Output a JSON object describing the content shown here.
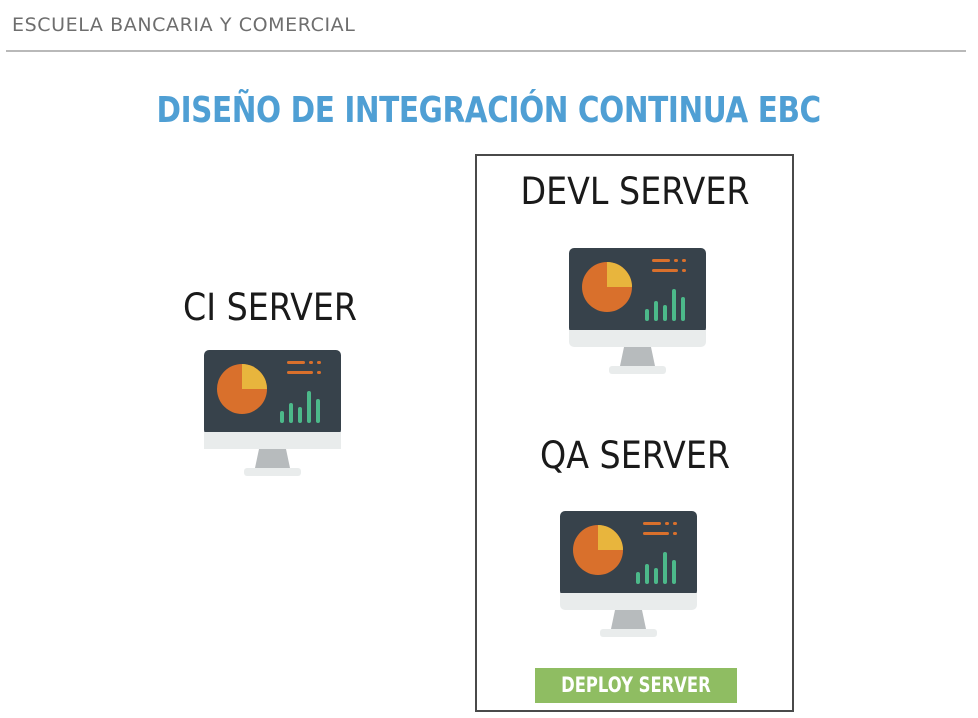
{
  "header": {
    "org_name": "ESCUELA BANCARIA Y COMERCIAL"
  },
  "title": "DISEÑO DE INTEGRACIÓN CONTINUA EBC",
  "servers": {
    "ci": {
      "label": "CI SERVER",
      "icon": "monitor-dashboard-icon"
    },
    "devl": {
      "label": "DEVL SERVER",
      "icon": "monitor-dashboard-icon"
    },
    "qa": {
      "label": "QA SERVER",
      "icon": "monitor-dashboard-icon"
    }
  },
  "deploy_button": {
    "label": "DEPLOY SERVER"
  },
  "colors": {
    "title": "#4f9fd4",
    "header_text": "#6e6e6e",
    "deploy_button_bg": "#8fbd62",
    "monitor_screen": "#37424b",
    "pie_orange": "#d9702c",
    "pie_yellow": "#e8b53d",
    "bars_green": "#4cb98a",
    "monitor_bezel": "#e9ecec",
    "monitor_stand": "#b7bbbd"
  }
}
